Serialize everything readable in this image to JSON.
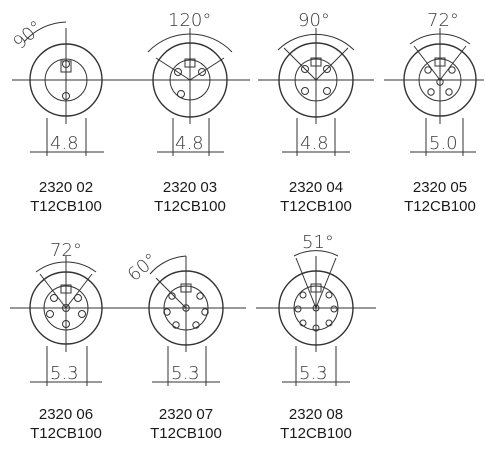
{
  "connectors": [
    {
      "id": "2320-02",
      "part_number": "2320 02",
      "type_code": "T12CB100",
      "angle": "90°",
      "dimension": "4.8",
      "pins": 2
    },
    {
      "id": "2320-03",
      "part_number": "2320 03",
      "type_code": "T12CB100",
      "angle": "120°",
      "dimension": "4.8",
      "pins": 3
    },
    {
      "id": "2320-04",
      "part_number": "2320 04",
      "type_code": "T12CB100",
      "angle": "90°",
      "dimension": "4.8",
      "pins": 4
    },
    {
      "id": "2320-05",
      "part_number": "2320 05",
      "type_code": "T12CB100",
      "angle": "72°",
      "dimension": "5.0",
      "pins": 5
    },
    {
      "id": "2320-06",
      "part_number": "2320 06",
      "type_code": "T12CB100",
      "angle": "72°",
      "dimension": "5.3",
      "pins": 6
    },
    {
      "id": "2320-07",
      "part_number": "2320 07",
      "type_code": "T12CB100",
      "angle": "60°",
      "dimension": "5.3",
      "pins": 7
    },
    {
      "id": "2320-08",
      "part_number": "2320 08",
      "type_code": "T12CB100",
      "angle": "51°",
      "dimension": "5.3",
      "pins": 8
    }
  ]
}
